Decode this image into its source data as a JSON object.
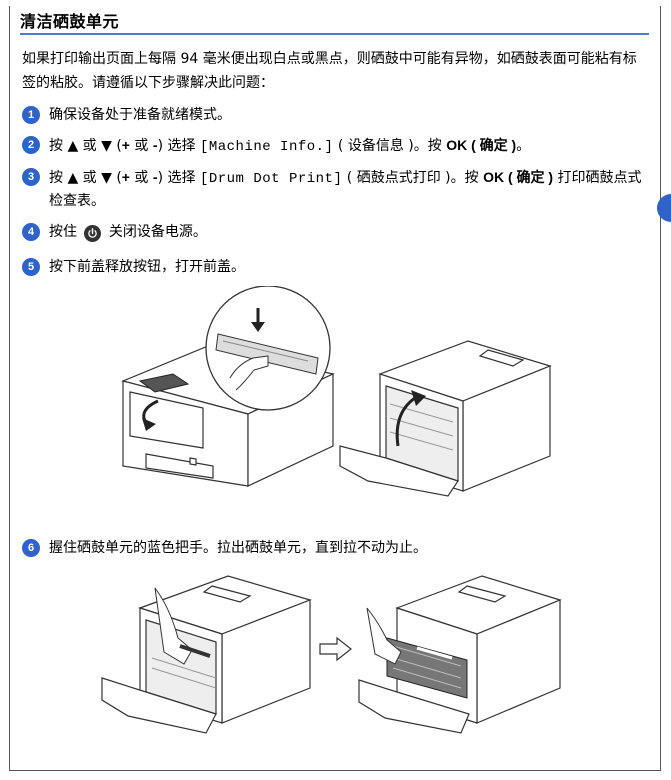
{
  "section": {
    "title": "清洁硒鼓单元"
  },
  "intro": "如果打印输出页面上每隔 94 毫米便出现白点或黑点，则硒鼓中可能有异物，如硒鼓表面可能粘有标签的粘胶。请遵循以下步骤解决此问题：",
  "steps": [
    {
      "num": "1",
      "text": "确保设备处于准备就绪模式。"
    },
    {
      "num": "2",
      "pre": "按 ▲ 或 ▼ (",
      "plus": "+",
      "mid1": " 或 ",
      "minus": "-",
      "mid2": ") 选择 ",
      "code": "[Machine Info.]",
      "after": " ( 设备信息 )。按 ",
      "ok": "OK",
      "okparen": " ( 确定 )",
      "end": "。"
    },
    {
      "num": "3",
      "pre": "按 ▲ 或 ▼ (",
      "plus": "+",
      "mid1": " 或 ",
      "minus": "-",
      "mid2": ") 选择 ",
      "code": "[Drum Dot Print]",
      "after": " ( 硒鼓点式打印 )。按 ",
      "ok": "OK",
      "okparen": " ( 确定 )",
      "end": " 打印硒鼓点式检查表。"
    },
    {
      "num": "4",
      "pre": "按住 ",
      "post": " 关闭设备电源。"
    },
    {
      "num": "5",
      "text": "按下前盖释放按钮，打开前盖。"
    },
    {
      "num": "6",
      "text": "握住硒鼓单元的蓝色把手。拉出硒鼓单元，直到拉不动为止。"
    }
  ],
  "icons": {
    "power": "power-icon",
    "arrow": "arrow-right-icon"
  },
  "colors": {
    "accent": "#2f63c8",
    "rule": "#4a7fd6"
  }
}
